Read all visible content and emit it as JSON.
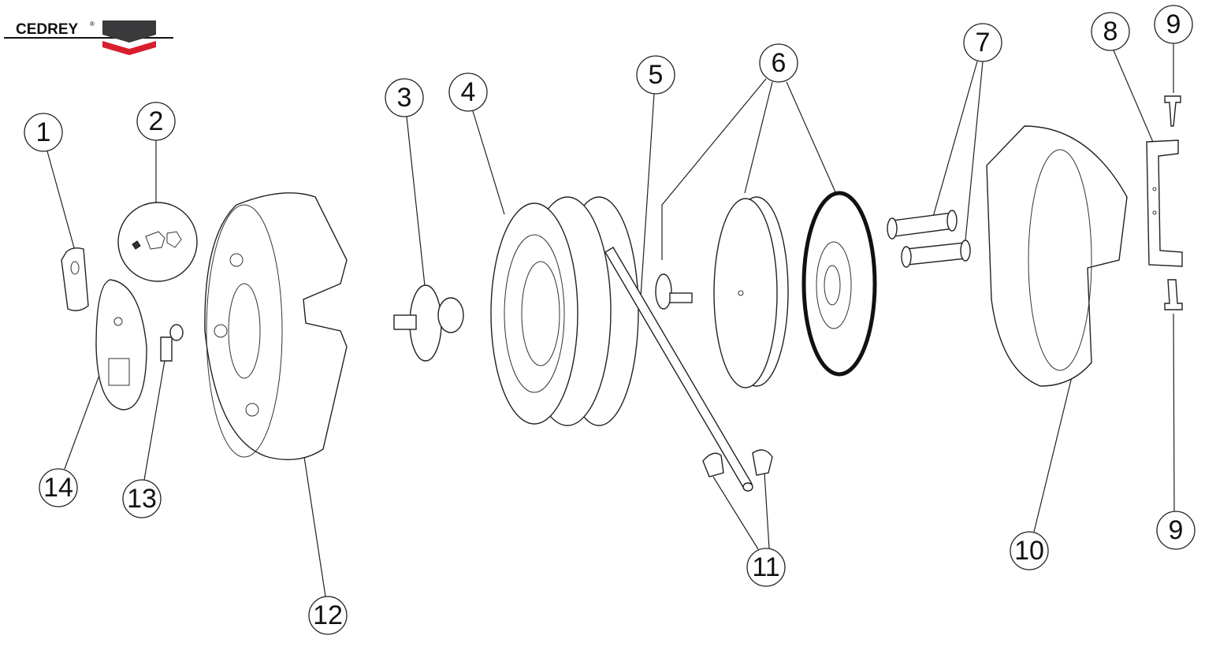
{
  "brand": {
    "name": "CEDREY",
    "registered": "®",
    "colors": {
      "dark": "#3a3a3c",
      "red": "#d81e2c"
    }
  },
  "callouts": {
    "c1": "1",
    "c2": "2",
    "c3": "3",
    "c4": "4",
    "c5": "5",
    "c6": "6",
    "c7": "7",
    "c8": "8",
    "c9a": "9",
    "c9b": "9",
    "c10": "10",
    "c11": "11",
    "c12": "12",
    "c13": "13",
    "c14": "14"
  }
}
